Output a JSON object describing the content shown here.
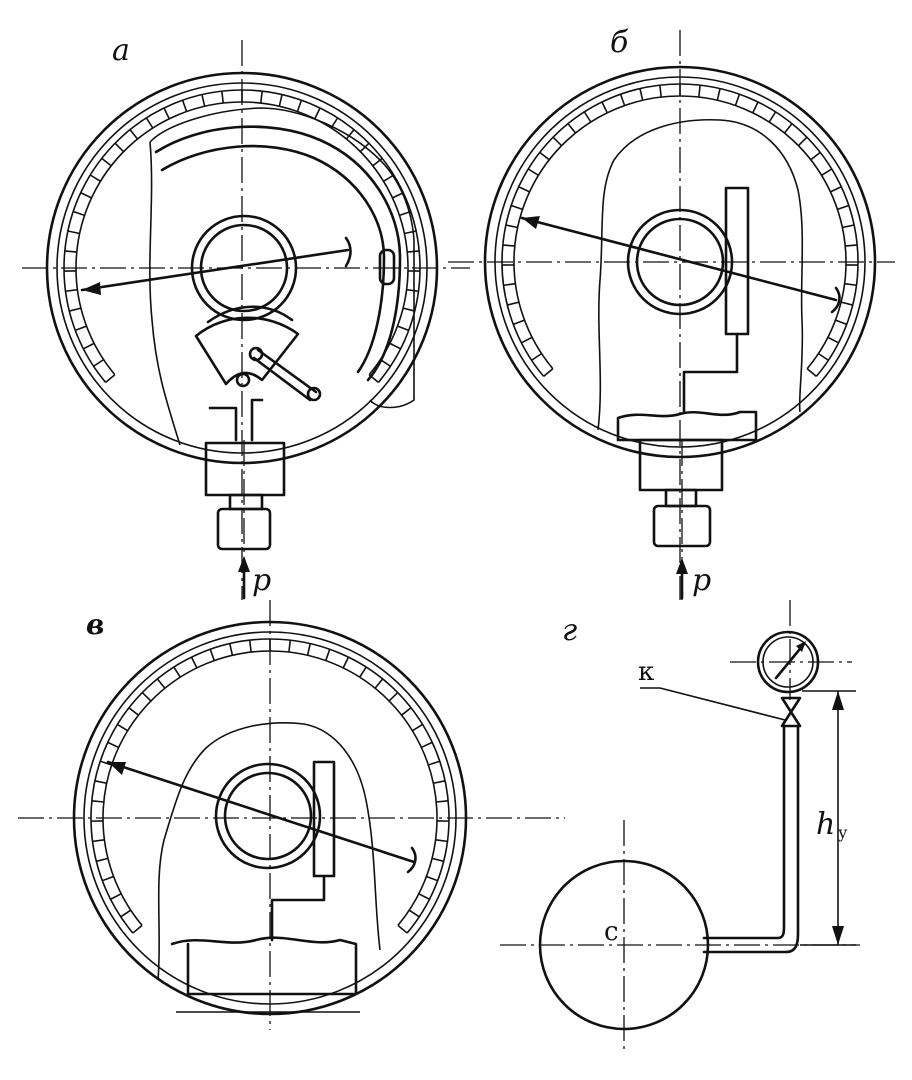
{
  "labels": {
    "a": "а",
    "b": "б",
    "v": "в",
    "g": "г",
    "pressure_a": "p",
    "pressure_b": "p",
    "point_k": "к",
    "point_c": "с",
    "height": "h",
    "height_sub": "у"
  },
  "colors": {
    "ink": "#111111",
    "paper": "#ffffff"
  }
}
